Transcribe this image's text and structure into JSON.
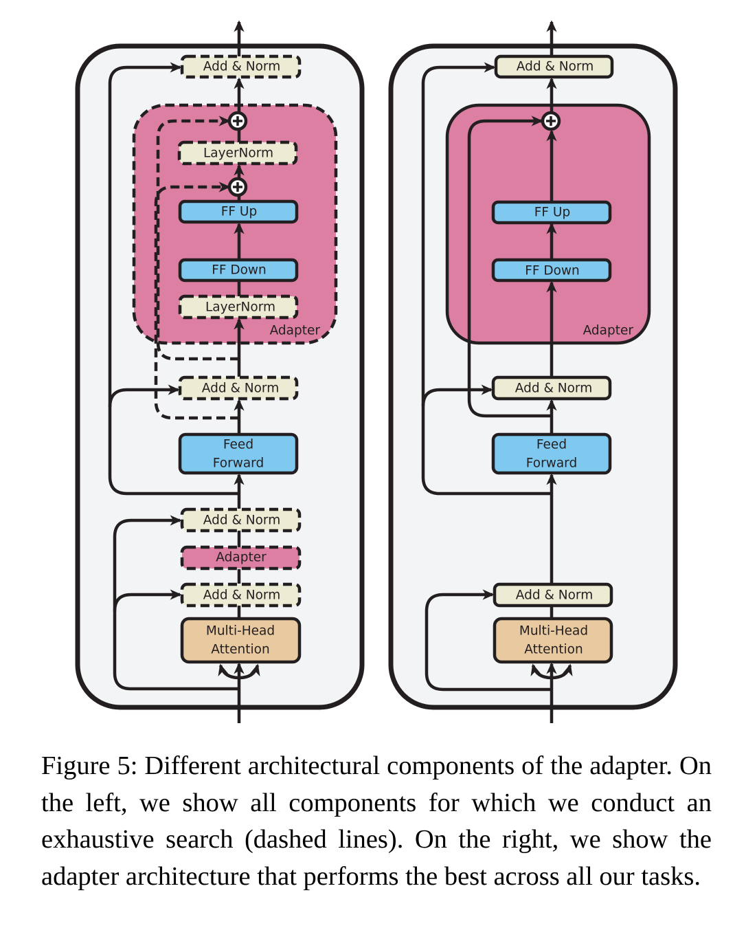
{
  "colors": {
    "outline": "#231f20",
    "panel_background": "#f3f4f6",
    "add_norm_fill": "#ecebd3",
    "feed_forward_fill": "#7fc8ef",
    "adapter_fill": "#dc7fa3",
    "attention_fill": "#e8c9a0"
  },
  "left_panel": {
    "description": "All components searched (dashed = optional)",
    "add_norm_top": "Add & Norm",
    "adapter_label": "Adapter",
    "layernorm_upper": "LayerNorm",
    "ff_up": "FF Up",
    "ff_down": "FF Down",
    "layernorm_lower": "LayerNorm",
    "add_norm_after_ff": "Add & Norm",
    "feed_forward": [
      "Feed",
      "Forward"
    ],
    "add_norm_upper": "Add & Norm",
    "adapter_small": "Adapter",
    "add_norm_lower": "Add & Norm",
    "attention": [
      "Multi-Head",
      "Attention"
    ]
  },
  "right_panel": {
    "description": "Best performing adapter architecture",
    "add_norm_top": "Add & Norm",
    "adapter_label": "Adapter",
    "ff_up": "FF Up",
    "ff_down": "FF Down",
    "add_norm_after_ff": "Add & Norm",
    "feed_forward": [
      "Feed",
      "Forward"
    ],
    "add_norm_lower": "Add & Norm",
    "attention": [
      "Multi-Head",
      "Attention"
    ]
  },
  "caption": "Figure 5:  Different architectural components of the adapter. On the left, we show all components for which we conduct an exhaustive search (dashed lines). On the right, we show the adapter architecture that performs the best across all our tasks."
}
